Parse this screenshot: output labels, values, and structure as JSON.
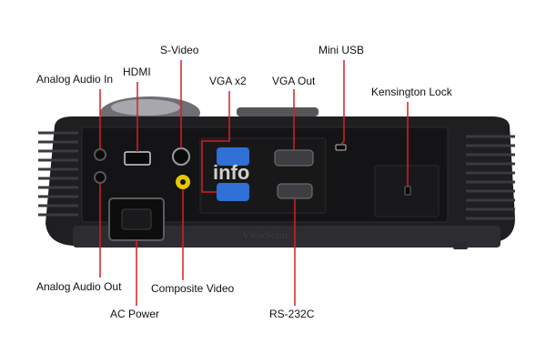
{
  "labels": {
    "analog_audio_in": "Analog Audio In",
    "hdmi": "HDMI",
    "s_video": "S-Video",
    "vga_x2": "VGA x2",
    "vga_out": "VGA Out",
    "mini_usb": "Mini USB",
    "kensington_lock": "Kensington Lock",
    "analog_audio_out": "Analog Audio Out",
    "composite_video": "Composite Video",
    "ac_power": "AC Power",
    "rs_232c": "RS-232C"
  },
  "watermark": "info",
  "colors": {
    "leader_line": "#d61f26",
    "body": "#1f1f22",
    "panel": "#141416",
    "vga_in_blue": "#2f6fd6",
    "composite_yellow": "#e8c800"
  }
}
